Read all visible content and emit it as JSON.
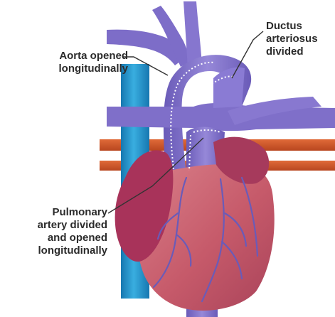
{
  "labels": {
    "aorta": "Aorta opened\nlongitudinally",
    "ductus": "Ductus\narteriosus\ndivided",
    "pulmonary": "Pulmonary\nartery divided\nand opened\nlongitudinally"
  },
  "colors": {
    "vena_cava": "#1f8fc8",
    "vessel_purple": "#7f6fc9",
    "vessel_purple_dark": "#5a4a9e",
    "heart_muscle": "#c85c6e",
    "atrium": "#a8335a",
    "artery_red": "#d6582c",
    "leader_line": "#333333"
  }
}
